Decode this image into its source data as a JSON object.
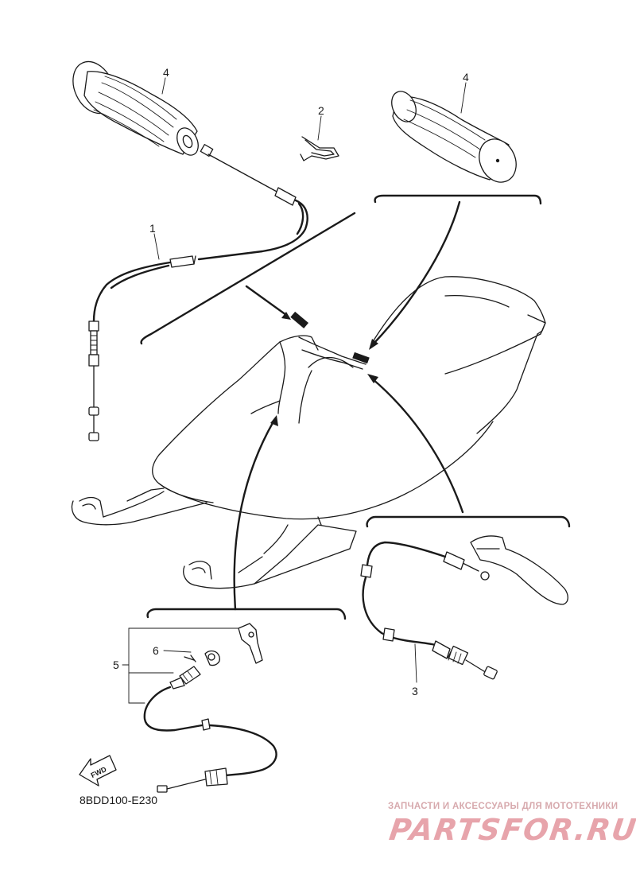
{
  "callouts": {
    "c1": "1",
    "c2": "2",
    "c3": "3",
    "c4a": "4",
    "c4b": "4",
    "c5": "5",
    "c6": "6"
  },
  "fwd_label": "FWD",
  "diagram_code": "8BDD100-E230",
  "watermark": {
    "tagline": "ЗАПЧАСТИ И АКСЕССУАРЫ ДЛЯ МОТОТЕХНИКИ",
    "logo": "PARTSFOR.RU"
  }
}
